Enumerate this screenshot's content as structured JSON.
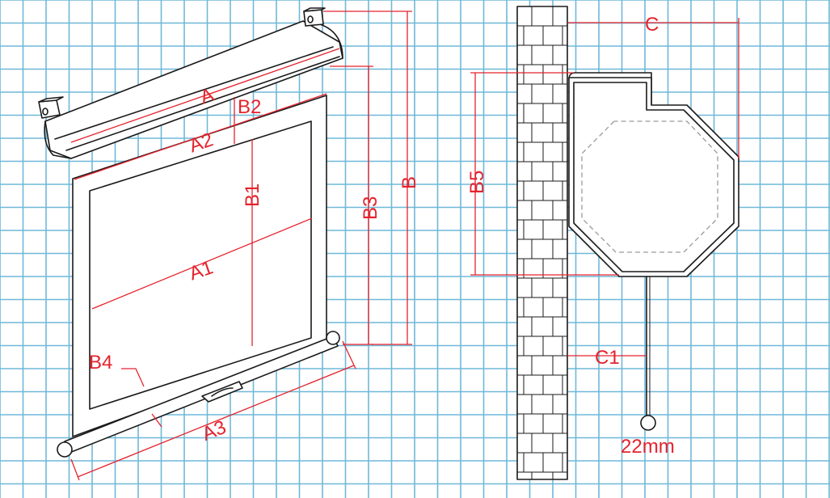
{
  "colors": {
    "background": "#ffffff",
    "grid": "#6fb8d8",
    "dimension": "#e5232d",
    "outline": "#1a1a1a",
    "hidden_line": "#9a9a9a"
  },
  "front_view": {
    "labels": {
      "A": "A",
      "A1": "A1",
      "A2": "A2",
      "A3": "A3",
      "B": "B",
      "B1": "B1",
      "B2": "B2",
      "B3": "B3",
      "B4": "B4"
    }
  },
  "side_view": {
    "labels": {
      "B5": "B5",
      "C": "C",
      "C1": "C1"
    },
    "pull_knob_size": "22mm"
  }
}
